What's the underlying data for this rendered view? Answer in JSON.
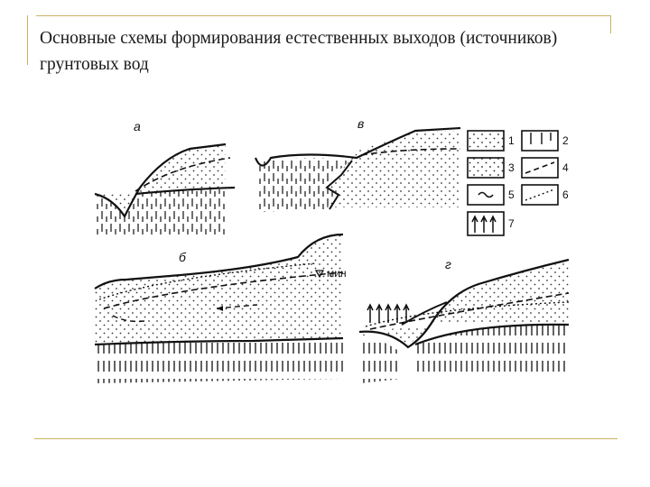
{
  "slide": {
    "title": "Основные схемы формирования естественных выходов (источников) грунтовых вод"
  },
  "figure": {
    "panel_labels": [
      "а",
      "в",
      "б",
      "г"
    ],
    "legend_numbers": [
      "1",
      "2",
      "3",
      "4",
      "5",
      "6",
      "7"
    ],
    "water_level_label": "мин"
  },
  "colors": {
    "accent_line": "#c9b460",
    "ink": "#111111"
  }
}
